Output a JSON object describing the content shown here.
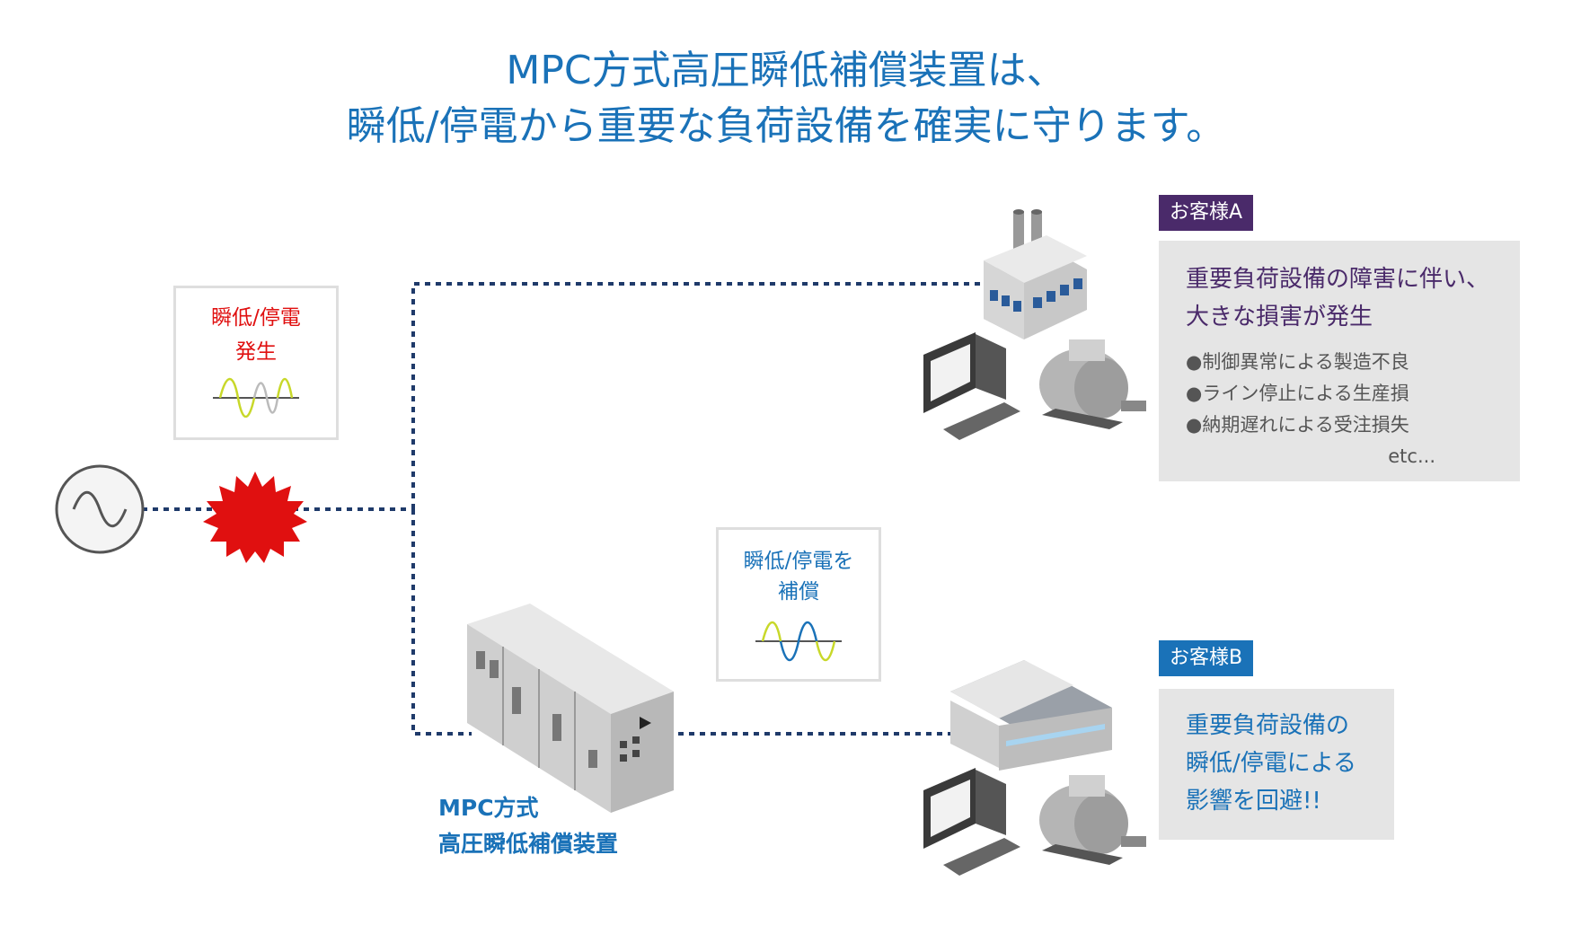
{
  "title": {
    "line1": "MPC方式高圧瞬低補償装置は、",
    "line2": "瞬低/停電から重要な負荷設備を確実に守ります。"
  },
  "outage_box": {
    "line1": "瞬低/停電",
    "line2": "発生"
  },
  "comp_box": {
    "line1": "瞬低/停電を",
    "line2": "補償"
  },
  "device_label": {
    "line1": "MPC方式",
    "line2": "高圧瞬低補償装置"
  },
  "customer_a": {
    "tag": "お客様A",
    "head1": "重要負荷設備の障害に伴い、",
    "head2": "大きな損害が発生",
    "items": [
      "●制御異常による製造不良",
      "●ライン停止による生産損",
      "●納期遅れによる受注損失"
    ],
    "etc": "etc..."
  },
  "customer_b": {
    "tag": "お客様B",
    "lines": [
      "重要負荷設備の",
      "瞬低/停電による",
      "影響を回避!!"
    ]
  },
  "colors": {
    "title": "#1a72b8",
    "customer_a": "#4a2a6a",
    "customer_b": "#1a72b8",
    "alert": "#e01010",
    "line": "#1f3a6a",
    "wave_yellow": "#c8d82a",
    "wave_blue": "#1a72b8"
  }
}
